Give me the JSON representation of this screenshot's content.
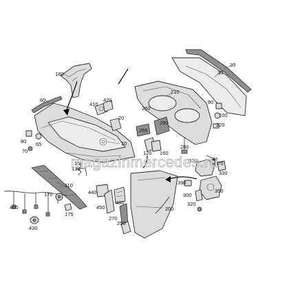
{
  "watermark": "magazinmercedes.ru",
  "part_numbers": {
    "p10": "10",
    "p20": "20",
    "p30": "30",
    "p35": "35",
    "p40": "40",
    "p60": "60",
    "p65": "65",
    "p70": "70",
    "p80": "80",
    "p90": "90",
    "p100": "100",
    "p110": "110",
    "p120": "120",
    "p130": "130",
    "p150": "150",
    "p160": "160",
    "p170": "170",
    "p175": "175",
    "p180": "180",
    "p200": "200",
    "p210": "210",
    "p220": "220",
    "p250": "250",
    "p260": "260",
    "p265": "265",
    "p270": "270",
    "p280": "280",
    "p290": "290",
    "p300": "300",
    "p310": "310",
    "p320": "320",
    "p330": "330",
    "p350": "350",
    "p370": "370",
    "p390": "390",
    "p400": "400",
    "p410": "410",
    "p420": "420",
    "p430": "430",
    "p440": "440",
    "p450": "450",
    "p460": "460"
  }
}
